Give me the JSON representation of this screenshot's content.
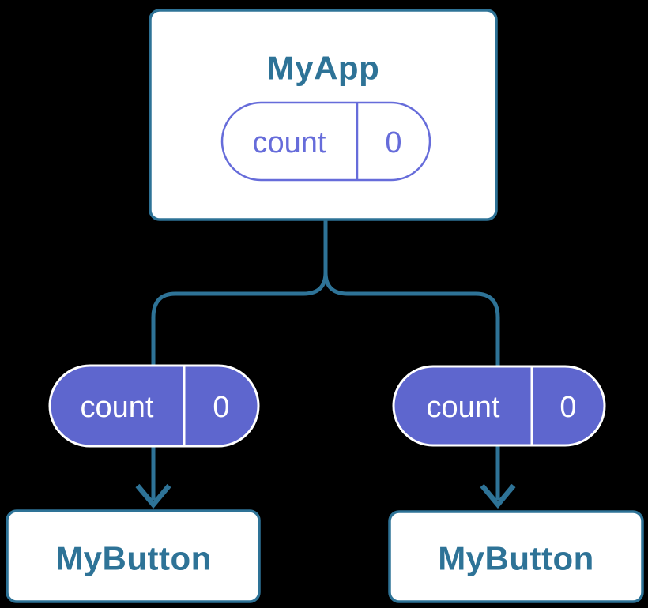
{
  "colors": {
    "background": "#000000",
    "teal": "#2E7397",
    "node_fill": "#FFFFFF",
    "purple": "#666CDA",
    "prop_pill_fill": "#5E66CE",
    "prop_pill_text": "#FFFFFF"
  },
  "diagram": {
    "root": {
      "label": "MyApp",
      "state": {
        "name": "count",
        "value": "0"
      }
    },
    "children": [
      {
        "label": "MyButton",
        "prop": {
          "name": "count",
          "value": "0"
        }
      },
      {
        "label": "MyButton",
        "prop": {
          "name": "count",
          "value": "0"
        }
      }
    ]
  }
}
